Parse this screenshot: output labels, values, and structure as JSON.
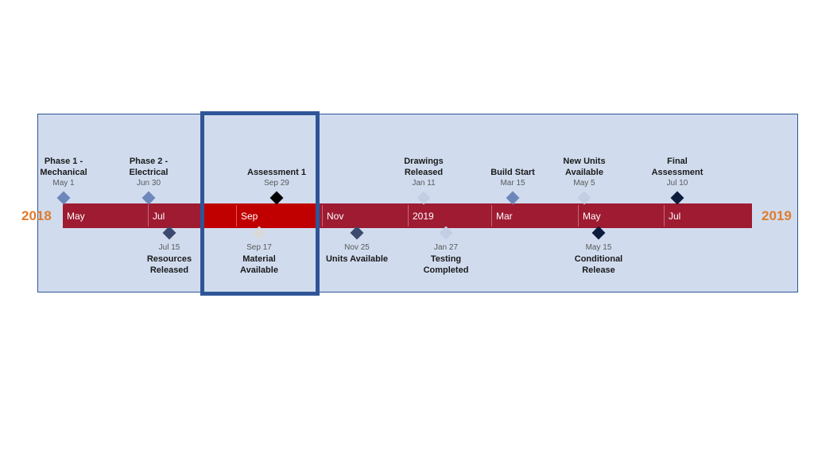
{
  "colors": {
    "panel": "#d0dcee",
    "bar": "#9e1b32",
    "bar_highlight": "#c00000",
    "year_text": "#e07b2c",
    "frame": "#2f5597"
  },
  "timeline": {
    "start_year": "2018",
    "end_year": "2019",
    "months": [
      "May",
      "Jul",
      "Sep",
      "Nov",
      "2019",
      "Mar",
      "May",
      "Jul"
    ]
  },
  "milestones_above": [
    {
      "title": "Phase 1 -\nMechanical",
      "date": "May 1",
      "color": "#6e87ba"
    },
    {
      "title": "Phase 2 -\nElectrical",
      "date": "Jun 30",
      "color": "#6e87ba"
    },
    {
      "title": "Assessment 1",
      "date": "Sep 29",
      "color": "#000000"
    },
    {
      "title": "Drawings\nReleased",
      "date": "Jan 11",
      "color": "#c3cde3"
    },
    {
      "title": "Build Start",
      "date": "Mar 15",
      "color": "#6e87ba"
    },
    {
      "title": "New Units\nAvailable",
      "date": "May 5",
      "color": "#c3cde3"
    },
    {
      "title": "Final\nAssessment",
      "date": "Jul 10",
      "color": "#0d1b3d"
    }
  ],
  "milestones_below": [
    {
      "title": "Resources\nReleased",
      "date": "Jul 15",
      "color": "#3b4a6e"
    },
    {
      "title": "Material\nAvailable",
      "date": "Sep 17",
      "color": "#d9d9d9"
    },
    {
      "title": "Units Available",
      "date": "Nov 25",
      "color": "#3b4a6e"
    },
    {
      "title": "Testing\nCompleted",
      "date": "Jan 27",
      "color": "#c3cde3"
    },
    {
      "title": "Conditional\nRelease",
      "date": "May 15",
      "color": "#0d1b3d"
    }
  ]
}
